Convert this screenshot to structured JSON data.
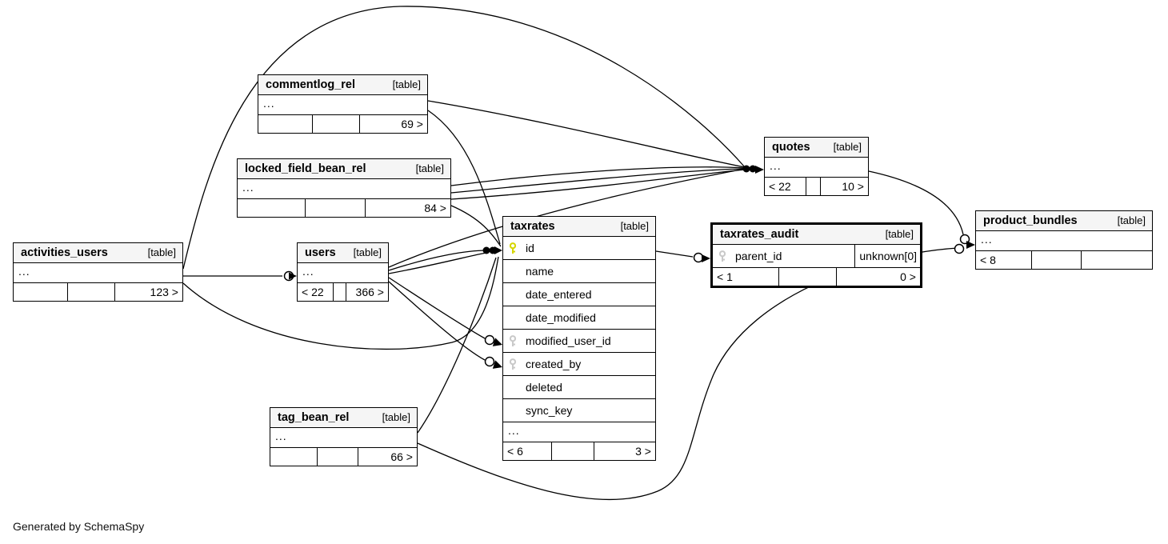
{
  "app": {
    "footer_note": "Generated by SchemaSpy"
  },
  "tables": {
    "activities_users": {
      "name": "activities_users",
      "type_label": "[table]",
      "ellipsis": "...",
      "footer": [
        "",
        "",
        "123 >"
      ]
    },
    "commentlog_rel": {
      "name": "commentlog_rel",
      "type_label": "[table]",
      "ellipsis": "...",
      "footer": [
        "",
        "",
        "69 >"
      ]
    },
    "locked_field_bean_rel": {
      "name": "locked_field_bean_rel",
      "type_label": "[table]",
      "ellipsis": "...",
      "footer": [
        "",
        "",
        "84 >"
      ]
    },
    "users": {
      "name": "users",
      "type_label": "[table]",
      "ellipsis": "...",
      "footer": [
        "< 22",
        "",
        "366 >"
      ]
    },
    "taxrates": {
      "name": "taxrates",
      "type_label": "[table]",
      "columns": [
        {
          "name": "id",
          "key": "pk"
        },
        {
          "name": "name",
          "key": ""
        },
        {
          "name": "date_entered",
          "key": ""
        },
        {
          "name": "date_modified",
          "key": ""
        },
        {
          "name": "modified_user_id",
          "key": "fk"
        },
        {
          "name": "created_by",
          "key": "fk"
        },
        {
          "name": "deleted",
          "key": ""
        },
        {
          "name": "sync_key",
          "key": ""
        }
      ],
      "ellipsis": "...",
      "footer": [
        "< 6",
        "",
        "3 >"
      ]
    },
    "taxrates_audit": {
      "name": "taxrates_audit",
      "type_label": "[table]",
      "columns": [
        {
          "name": "parent_id",
          "key": "fk",
          "type": "unknown[0]"
        }
      ],
      "footer": [
        "< 1",
        "",
        "0 >"
      ]
    },
    "quotes": {
      "name": "quotes",
      "type_label": "[table]",
      "ellipsis": "...",
      "footer": [
        "< 22",
        "",
        "10 >"
      ]
    },
    "tag_bean_rel": {
      "name": "tag_bean_rel",
      "type_label": "[table]",
      "ellipsis": "...",
      "footer": [
        "",
        "",
        "66 >"
      ]
    },
    "product_bundles": {
      "name": "product_bundles",
      "type_label": "[table]",
      "ellipsis": "...",
      "footer": [
        "< 8",
        "",
        ""
      ]
    }
  },
  "edges": {
    "description": "foreign-key relationship curves",
    "list": [
      "activities_users -> users",
      "activities_users -> quotes",
      "activities_users -> taxrates.id",
      "commentlog_rel -> quotes",
      "commentlog_rel -> taxrates.id",
      "locked_field_bean_rel -> quotes",
      "locked_field_bean_rel -> taxrates.id",
      "users -> quotes",
      "users -> taxrates.id",
      "users -> taxrates.modified_user_id",
      "users -> taxrates.created_by",
      "tag_bean_rel -> taxrates.id",
      "tag_bean_rel -> product_bundles",
      "taxrates.id -> taxrates_audit.parent_id",
      "quotes -> product_bundles"
    ]
  }
}
